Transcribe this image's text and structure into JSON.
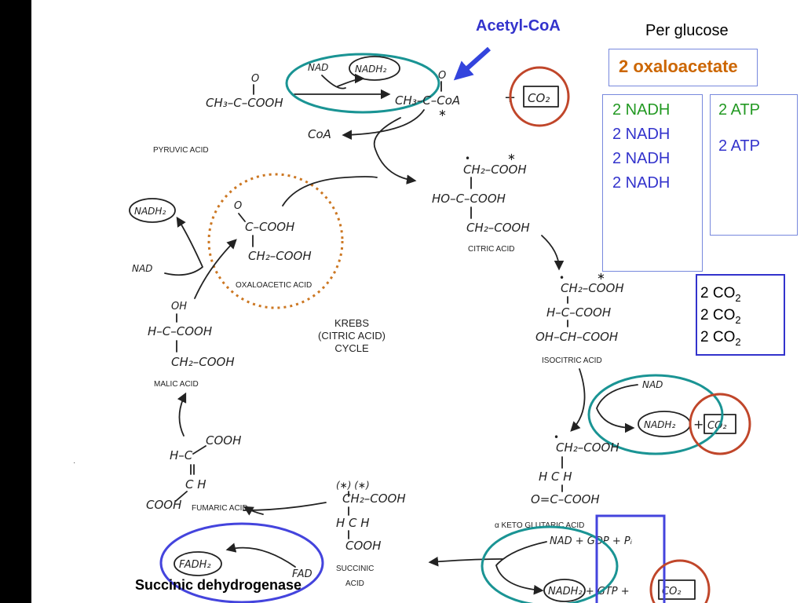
{
  "colors": {
    "left_bar": "#000000",
    "acetyl_label": "#3333cc",
    "oxaloacetate": "#cc6600",
    "nadh": "#229922",
    "nadh_alt": "#3333cc",
    "atp": "#229922",
    "atp_alt": "#3333cc",
    "teal_circle": "#1a9494",
    "red_circle": "#c0462a",
    "blue_circle": "#4444dd",
    "orange_dotted": "#cc7722",
    "box_border": "#7788dd",
    "co2_box_border": "#3333cc"
  },
  "header": {
    "acetyl_coa": "Acetyl-CoA",
    "per_glucose": "Per glucose",
    "oxaloacetate": "2 oxaloacetate"
  },
  "nadh_list": [
    "2 NADH",
    "2 NADH",
    "2 NADH",
    "2 NADH"
  ],
  "atp_list": [
    "2 ATP",
    "2 ATP"
  ],
  "co2_list": [
    {
      "text": "2 CO",
      "sub": "2"
    },
    {
      "text": "2 CO",
      "sub": "2"
    },
    {
      "text": "2 CO",
      "sub": "2"
    }
  ],
  "footer": {
    "enzyme": "Succinic dehydrogenase"
  },
  "diagram": {
    "pyruvic_formula": "CH₃–C–COOH",
    "pyruvic_label": "PYRUVIC ACID",
    "nad": "NAD",
    "nadh2": "NADH₂",
    "acetyl_formula": "CH₃–C–CoA",
    "co2_box": "CO₂",
    "coa": "CoA",
    "citric_line1": "CH₂–COOH",
    "citric_line2": "HO–C–COOH",
    "citric_line3": "CH₂–COOH",
    "citric_label": "CITRIC ACID",
    "oxalo_line1": "C–COOH",
    "oxalo_line2": "CH₂–COOH",
    "oxalo_label": "OXALOACETIC ACID",
    "krebs_line1": "KREBS",
    "krebs_line2": "(CITRIC ACID)",
    "krebs_line3": "CYCLE",
    "isocitric_line1": "CH₂–COOH",
    "isocitric_line2": "H–C–COOH",
    "isocitric_line3": "OH–CH–COOH",
    "isocitric_label": "ISOCITRIC ACID",
    "malic_line0": "OH",
    "malic_line1": "H–C–COOH",
    "malic_line2": "CH₂–COOH",
    "malic_label": "MALIC ACID",
    "akg_line1": "CH₂–COOH",
    "akg_line2": "H C H",
    "akg_line3": "O=C–COOH",
    "akg_label": "α KETO GLUTARIC ACID",
    "fumaric_line1": "COOH",
    "fumaric_line2": "H–C",
    "fumaric_line3": "C H",
    "fumaric_line4": "COOH",
    "fumaric_label": "FUMARIC ACID",
    "succinic_star": "(∗)   (∗)",
    "succinic_line1": "CH₂–COOH",
    "succinic_line2": "H C H",
    "succinic_line3": "COOH",
    "succinic_label1": "SUCCINIC",
    "succinic_label2": "ACID",
    "fad": "FAD",
    "fadh2": "FADH₂",
    "nad_gdp": "NAD + GDP + Pᵢ",
    "nadh_gtp": "NADH₂ + GTP +"
  }
}
